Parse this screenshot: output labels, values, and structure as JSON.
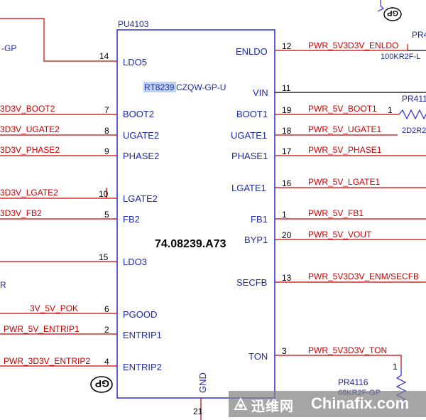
{
  "ic": {
    "ref": "PU4103",
    "part_highlight": "RT8239",
    "part_rest": "CZQW-GP-U",
    "part_no": "74.08239.A73"
  },
  "left_pins": [
    {
      "num": "14",
      "name": "LDO5",
      "net": ""
    },
    {
      "num": "7",
      "name": "BOOT2",
      "net": "3D3V_BOOT2"
    },
    {
      "num": "8",
      "name": "UGATE2",
      "net": "3D3V_UGATE2"
    },
    {
      "num": "9",
      "name": "PHASE2",
      "net": "3D3V_PHASE2"
    },
    {
      "num": "10",
      "name": "LGATE2",
      "net": "3D3V_LGATE2"
    },
    {
      "num": "5",
      "name": "FB2",
      "net": "3D3V_FB2"
    },
    {
      "num": "15",
      "name": "LDO3",
      "net": ""
    },
    {
      "num": "6",
      "name": "PGOOD",
      "net": "3V_5V_POK"
    },
    {
      "num": "2",
      "name": "ENTRIP1",
      "net": "PWR_5V_ENTRIP1"
    },
    {
      "num": "4",
      "name": "ENTRIP2",
      "net": "PWR_3D3V_ENTRIP2"
    }
  ],
  "right_pins": [
    {
      "num": "12",
      "name": "ENLDO",
      "net": "PWR_5V3D3V_ENLDO"
    },
    {
      "num": "11",
      "name": "VIN",
      "net": ""
    },
    {
      "num": "19",
      "name": "BOOT1",
      "net": "PWR_5V_BOOT1"
    },
    {
      "num": "18",
      "name": "UGATE1",
      "net": "PWR_5V_UGATE1"
    },
    {
      "num": "17",
      "name": "PHASE1",
      "net": "PWR_5V_PHASE1"
    },
    {
      "num": "16",
      "name": "LGATE1",
      "net": "PWR_5V_LGATE1"
    },
    {
      "num": "1",
      "name": "FB1",
      "net": "PWR_5V_FB1"
    },
    {
      "num": "20",
      "name": "BYP1",
      "net": "PWR_5V_VOUT"
    },
    {
      "num": "13",
      "name": "SECFB",
      "net": "PWR_5V3D3V_ENM/SECFB"
    },
    {
      "num": "3",
      "name": "TON",
      "net": "PWR_5V3D3V_TON"
    }
  ],
  "bottom_pin": {
    "num": "21",
    "name": "GND"
  },
  "edge_text": {
    "left_gp": "-GP",
    "left_r": "R",
    "top_right_ref": "PR4",
    "top_right_val": "100KR2F-L",
    "mid_right_ref": "PR411",
    "mid_right_pin": "1",
    "mid_right_val": "2D2R2",
    "res_pin": "1",
    "res_ref": "PR4116",
    "res_val": "68KR2F-GP",
    "gp_badge": "GP"
  },
  "watermark": {
    "cn": "迅维网",
    "en": "Chinafix.com"
  },
  "colors": {
    "net": "#c80000",
    "pin": "#1e2aa6",
    "box": "#2b2bdc",
    "highlight": "#bcd4f2"
  }
}
